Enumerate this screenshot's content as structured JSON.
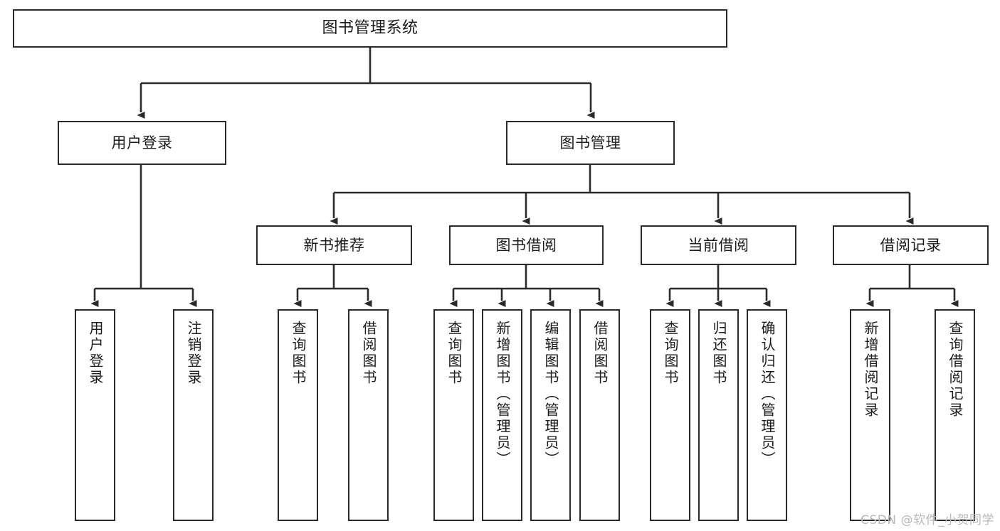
{
  "diagram": {
    "title": "图书管理系统",
    "type": "tree-hierarchy",
    "watermark": "CSDN @软件_小贺同学",
    "colors": {
      "stroke": "#2b2b2b",
      "fill": "#ffffff",
      "text": "#1c1c1c",
      "watermark": "#b9b9b9"
    },
    "nodes": {
      "root": {
        "label": "图书管理系统"
      },
      "level2": [
        {
          "label": "用户登录"
        },
        {
          "label": "图书管理"
        }
      ],
      "level3": [
        {
          "label": "新书推荐"
        },
        {
          "label": "图书借阅"
        },
        {
          "label": "当前借阅"
        },
        {
          "label": "借阅记录"
        }
      ],
      "leaves": {
        "user_login": [
          {
            "label": "用户登录"
          },
          {
            "label": "注销登录"
          }
        ],
        "new_book": [
          {
            "label": "查询图书"
          },
          {
            "label": "借阅图书"
          }
        ],
        "book_borrow": [
          {
            "label": "查询图书"
          },
          {
            "label": "新增图书（管理员）"
          },
          {
            "label": "编辑图书（管理员）"
          },
          {
            "label": "借阅图书"
          }
        ],
        "current_borrow": [
          {
            "label": "查询图书"
          },
          {
            "label": "归还图书"
          },
          {
            "label": "确认归还（管理员）"
          }
        ],
        "borrow_record": [
          {
            "label": "新增借阅记录"
          },
          {
            "label": "查询借阅记录"
          }
        ]
      }
    }
  }
}
